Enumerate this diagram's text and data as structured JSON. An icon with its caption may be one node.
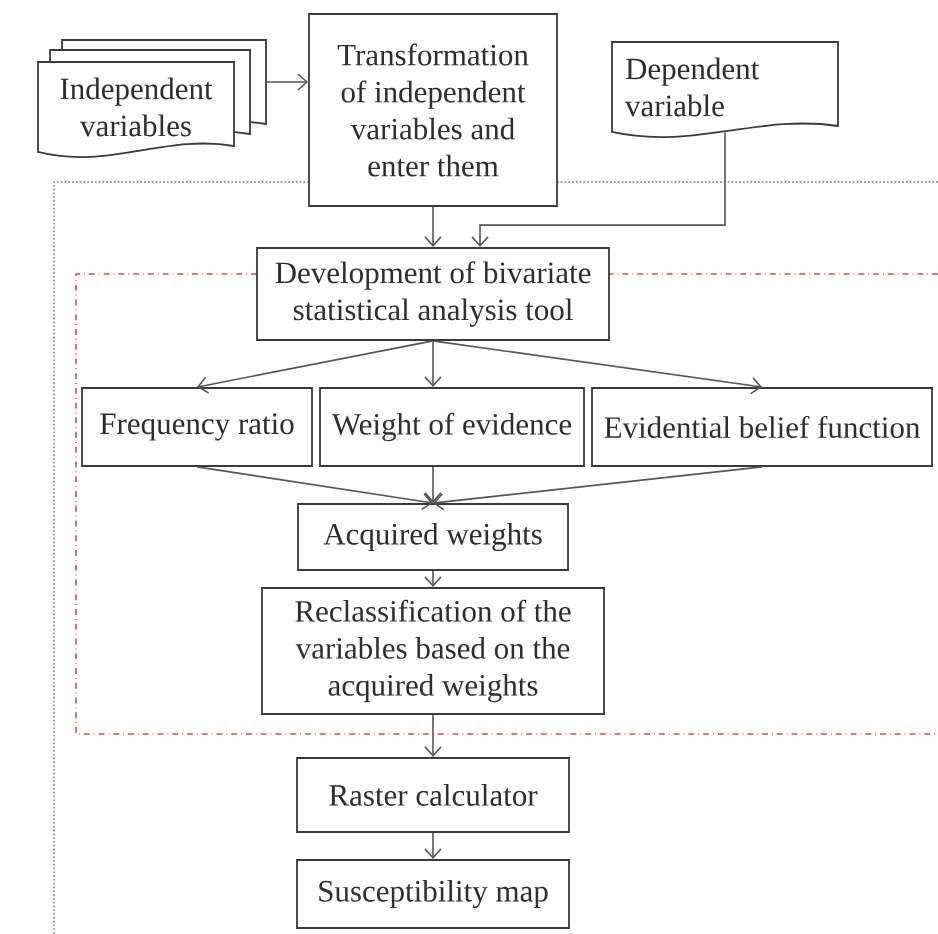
{
  "diagram": {
    "nodes": [
      {
        "text": [
          "Independent variables"
        ]
      },
      {
        "text": [
          "Transformation of independent variables and enter them"
        ]
      },
      {
        "text": [
          "Dependent variable"
        ]
      },
      {
        "text": [
          "Development of bivariate statistical analysis tool"
        ]
      },
      {
        "text": [
          "Frequency ratio"
        ]
      },
      {
        "text": [
          "Weight of evidence"
        ]
      },
      {
        "text": [
          "Evidential belief function"
        ]
      },
      {
        "text": [
          "Acquired weights"
        ]
      },
      {
        "text": [
          "Reclassification of the variables based on the acquired weights"
        ]
      },
      {
        "text": [
          "Raster calculator"
        ]
      },
      {
        "text": [
          "Susceptibility map"
        ]
      }
    ],
    "edges": [
      {
        "from": 0,
        "to": 1,
        "arrow": "to"
      },
      {
        "from": 1,
        "to": 3,
        "arrow": "to"
      },
      {
        "from": 2,
        "to": 3,
        "arrow": "to"
      },
      {
        "from": 3,
        "to": 4,
        "arrow": "to"
      },
      {
        "from": 3,
        "to": 5,
        "arrow": "to"
      },
      {
        "from": 3,
        "to": 6,
        "arrow": "to"
      },
      {
        "from": 4,
        "to": 7,
        "arrow": "to"
      },
      {
        "from": 5,
        "to": 7,
        "arrow": "to"
      },
      {
        "from": 6,
        "to": 7,
        "arrow": "to"
      },
      {
        "from": 7,
        "to": 8,
        "arrow": "to"
      },
      {
        "from": 8,
        "to": 9,
        "arrow": "to"
      },
      {
        "from": 9,
        "to": 10,
        "arrow": "to"
      }
    ]
  }
}
